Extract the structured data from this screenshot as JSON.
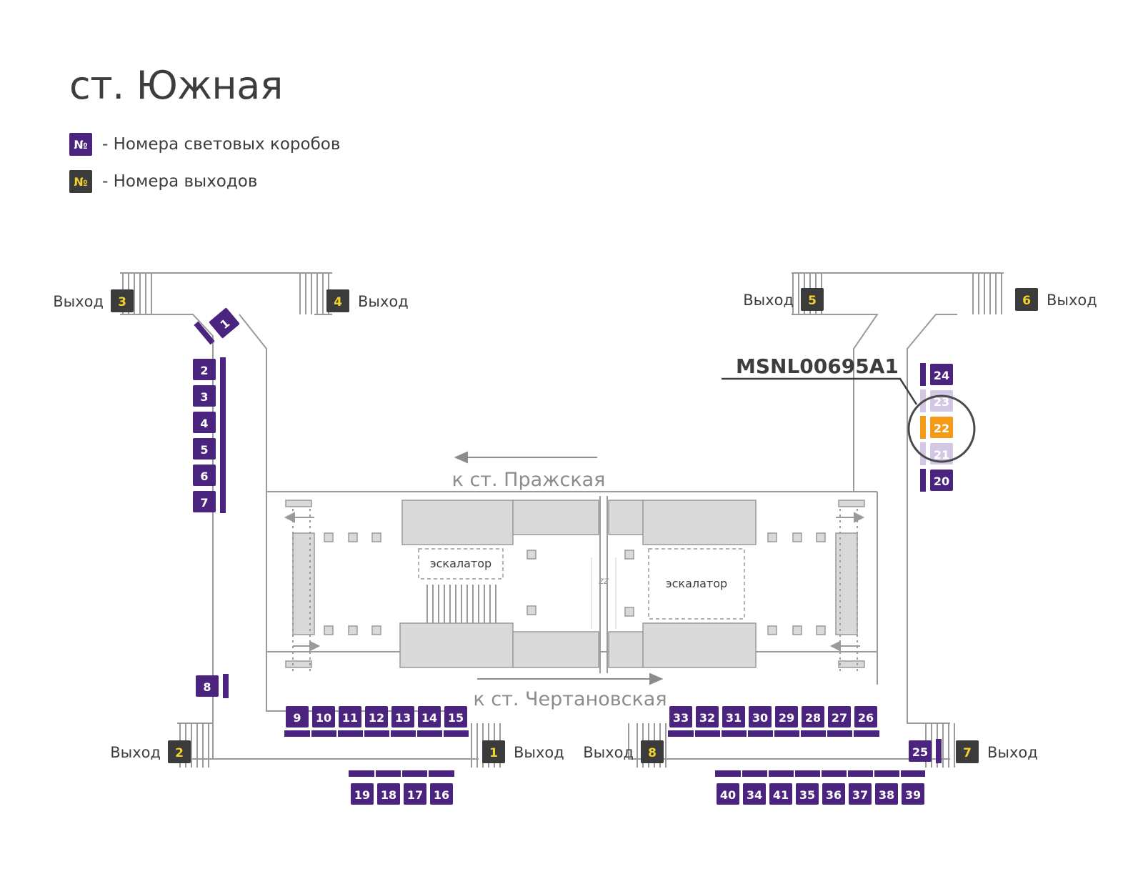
{
  "title": "ст. Южная",
  "legend": [
    {
      "symbol": "№",
      "text": "- Номера световых коробов",
      "kind": "box"
    },
    {
      "symbol": "№",
      "text": "- Номера выходов",
      "kind": "exit"
    }
  ],
  "exit_word": "Выход",
  "exits": [
    "1",
    "2",
    "3",
    "4",
    "5",
    "6",
    "7",
    "8"
  ],
  "directions": {
    "top": "к ст. Пражская",
    "bottom": "к ст. Чертановская"
  },
  "escalator_label": "эскалатор",
  "gap_mark": "zz",
  "callout": "MSNL00695A1",
  "boxes": {
    "left_column": [
      "2",
      "3",
      "4",
      "5",
      "6",
      "7"
    ],
    "tilted": "1",
    "single_left": "8",
    "row_9_15": [
      "9",
      "10",
      "11",
      "12",
      "13",
      "14",
      "15"
    ],
    "row_16_19": [
      "19",
      "18",
      "17",
      "16"
    ],
    "row_26_33": [
      "33",
      "32",
      "31",
      "30",
      "29",
      "28",
      "27",
      "26"
    ],
    "row_34_41": [
      "40",
      "34",
      "41",
      "35",
      "36",
      "37",
      "38",
      "39"
    ],
    "right_column": [
      "24",
      "23",
      "22",
      "21",
      "20"
    ],
    "single_right": "25",
    "highlighted": "22",
    "faded": [
      "23",
      "21"
    ]
  },
  "colors": {
    "box": "#4b2480",
    "exit_bg": "#3b3b3b",
    "exit_num": "#f2d22e",
    "highlight": "#f39a16",
    "faded": "#d3c8e3",
    "wall": "#9a9a9a",
    "platform": "#d9d9d9",
    "arrow": "#8c8c8c"
  }
}
